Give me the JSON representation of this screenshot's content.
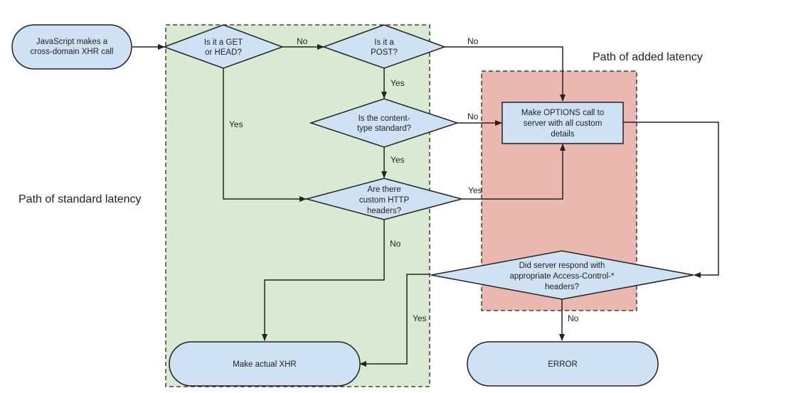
{
  "regions": {
    "standard": {
      "label": "Path of standard latency",
      "fill": "#d9ead3"
    },
    "added": {
      "label": "Path of added latency",
      "fill": "#eab8b0"
    }
  },
  "nodes": {
    "start": [
      "JavaScript makes a",
      "cross-domain XHR call"
    ],
    "get_head": [
      "Is it a GET",
      "or HEAD?"
    ],
    "post": [
      "Is it a",
      "POST?"
    ],
    "content_type": [
      "Is the content-",
      "type standard?"
    ],
    "custom_headers": [
      "Are there",
      "custom HTTP",
      "headers?"
    ],
    "options": [
      "Make OPTIONS call to",
      "server with all custom",
      "details"
    ],
    "access_control": [
      "Did server respond with",
      "appropriate Access-Control-*",
      "headers?"
    ],
    "actual_xhr": [
      "Make actual XHR"
    ],
    "error": [
      "ERROR"
    ]
  },
  "edge_labels": {
    "get_head_no": "No",
    "get_head_yes": "Yes",
    "post_no": "No",
    "post_yes": "Yes",
    "content_no": "No",
    "content_yes": "Yes",
    "headers_yes": "Yes",
    "headers_no": "No",
    "access_yes": "Yes",
    "access_no": "No"
  },
  "colors": {
    "node_fill": "#cfe2f3",
    "stroke": "#222222"
  }
}
